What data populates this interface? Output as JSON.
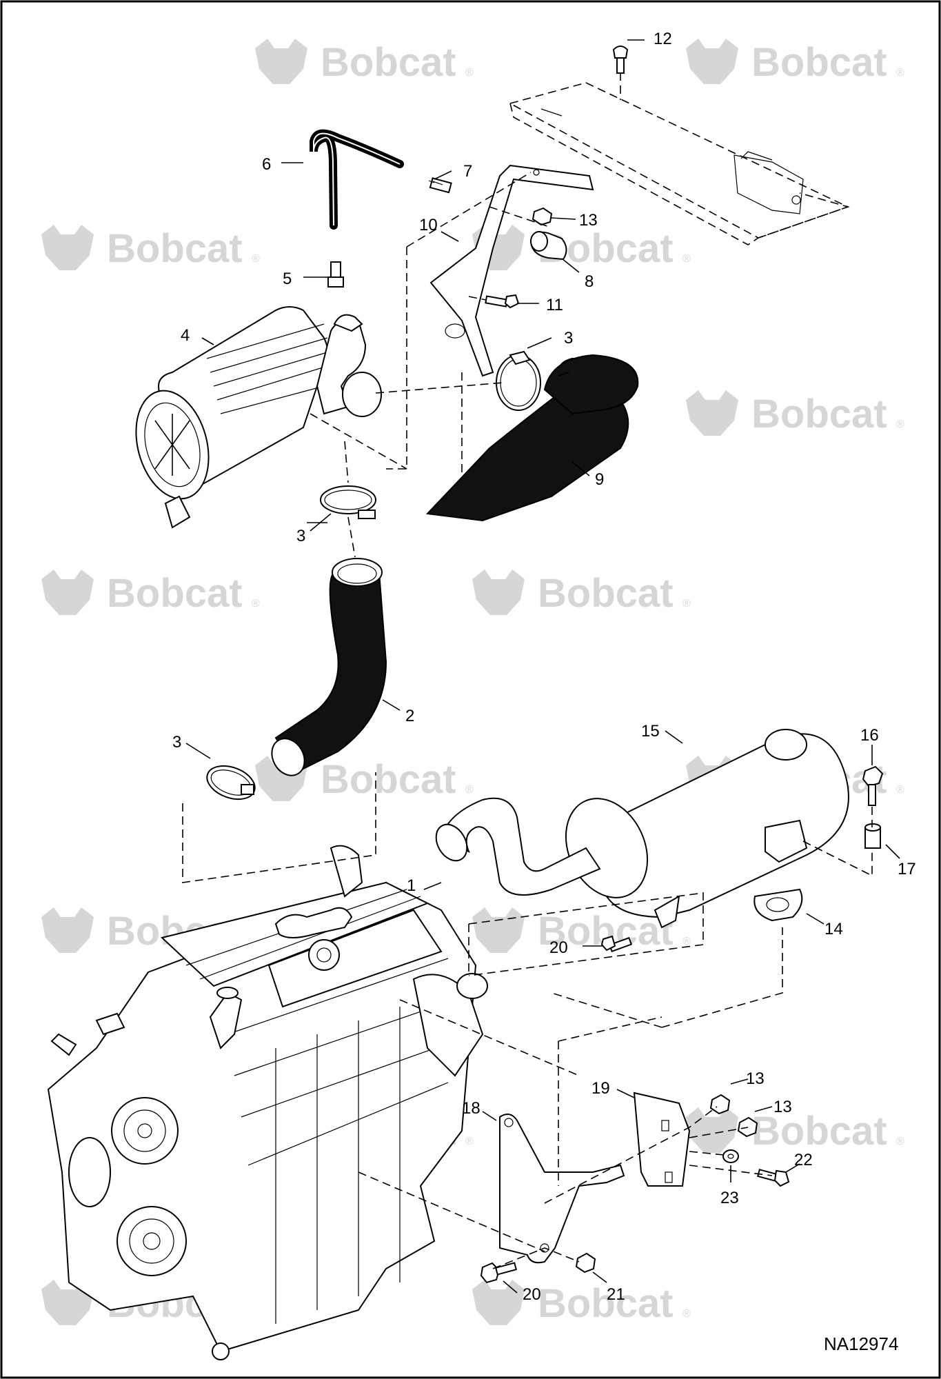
{
  "watermark": {
    "brand": "Bobcat",
    "mark": "®"
  },
  "diagram_ref": "NA12974",
  "callouts": [
    {
      "label": "1"
    },
    {
      "label": "2"
    },
    {
      "label": "3"
    },
    {
      "label": "3"
    },
    {
      "label": "3"
    },
    {
      "label": "4"
    },
    {
      "label": "5"
    },
    {
      "label": "6"
    },
    {
      "label": "7"
    },
    {
      "label": "8"
    },
    {
      "label": "9"
    },
    {
      "label": "10"
    },
    {
      "label": "11"
    },
    {
      "label": "12"
    },
    {
      "label": "13"
    },
    {
      "label": "13"
    },
    {
      "label": "13"
    },
    {
      "label": "14"
    },
    {
      "label": "15"
    },
    {
      "label": "16"
    },
    {
      "label": "17"
    },
    {
      "label": "18"
    },
    {
      "label": "19"
    },
    {
      "label": "20"
    },
    {
      "label": "20"
    },
    {
      "label": "21"
    },
    {
      "label": "22"
    },
    {
      "label": "23"
    }
  ],
  "icons": {
    "logo": "bobcat-head-icon"
  }
}
